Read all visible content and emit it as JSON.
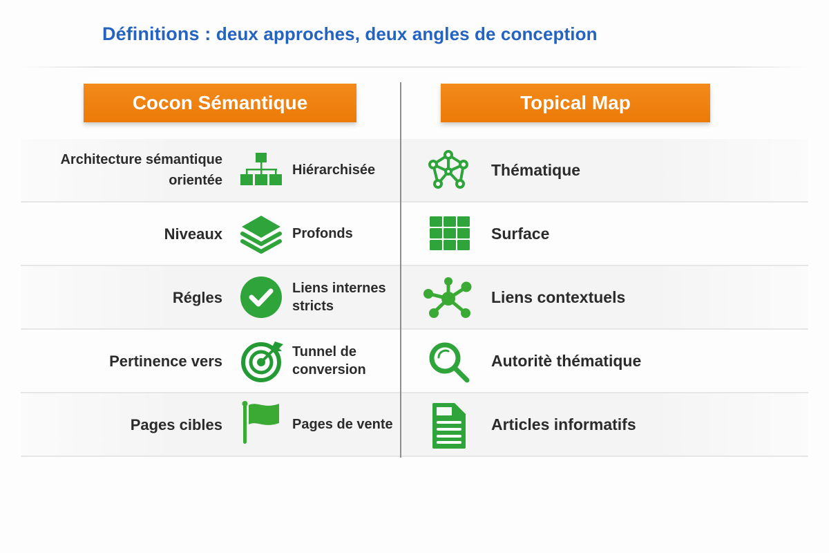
{
  "title": {
    "bold": "Définitions :",
    "rest": "deux approches, deux angles de conception"
  },
  "colors": {
    "title_blue": "#2463c0",
    "banner_orange": "#ef8210",
    "icon_green": "#2ea43a",
    "text_dark": "#2b2b2b"
  },
  "columns": {
    "left_header": "Cocon Sémantique",
    "right_header": "Topical Map"
  },
  "rows": [
    {
      "label": "Architecture sémantique orientée",
      "label_line1": "Architecture sémantique",
      "label_line2": "orientée",
      "left_icon": "hierarchy-icon",
      "left_value": "Hiérarchisée",
      "right_icon": "network-icon",
      "right_value": "Thématique"
    },
    {
      "label": "Niveaux",
      "left_icon": "layers-icon",
      "left_value": "Profonds",
      "right_icon": "grid-icon",
      "right_value": "Surface"
    },
    {
      "label": "Régles",
      "left_icon": "check-circle-icon",
      "left_value": "Liens internes stricts",
      "right_icon": "hub-nodes-icon",
      "right_value": "Liens contextuels"
    },
    {
      "label": "Pertinence vers",
      "left_icon": "target-icon",
      "left_value": "Tunnel de conversion",
      "right_icon": "magnifier-icon",
      "right_value": "Autoritè thématique"
    },
    {
      "label": "Pages cibles",
      "left_icon": "flag-icon",
      "left_value": "Pages de vente",
      "right_icon": "document-icon",
      "right_value": "Articles informatifs"
    }
  ]
}
